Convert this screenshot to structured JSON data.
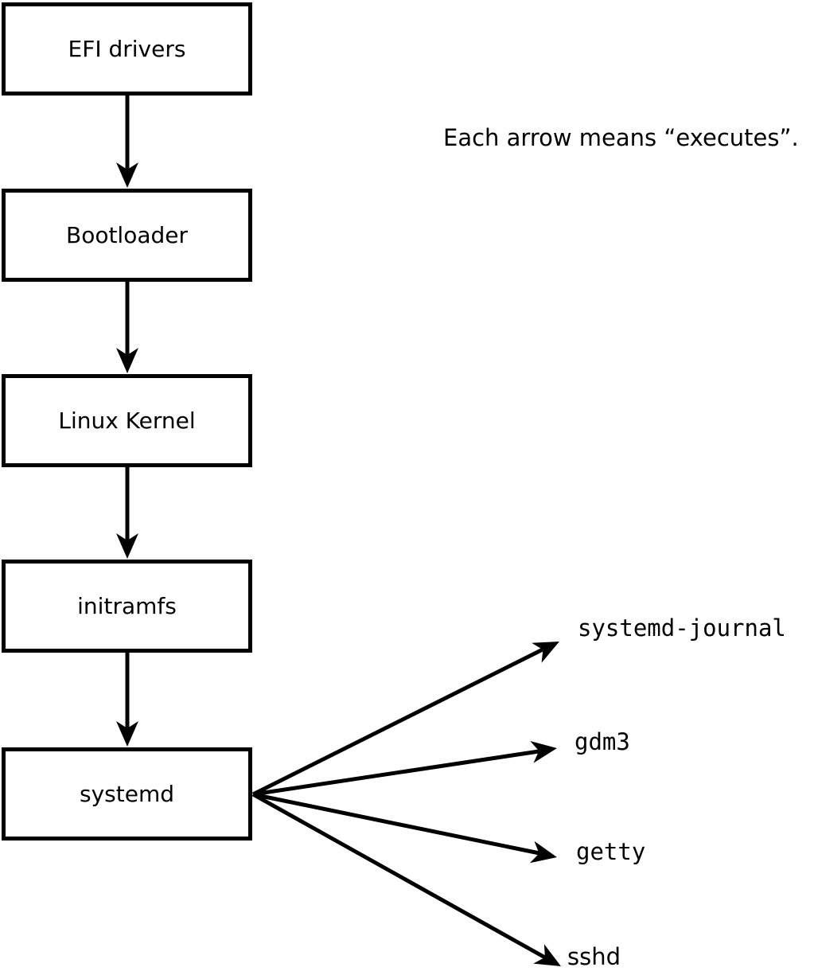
{
  "note": {
    "text": "Each arrow means “executes”."
  },
  "flow": {
    "nodes": [
      {
        "id": "efi-drivers",
        "label": "EFI drivers"
      },
      {
        "id": "bootloader",
        "label": "Bootloader"
      },
      {
        "id": "linux-kernel",
        "label": "Linux Kernel"
      },
      {
        "id": "initramfs",
        "label": "initramfs"
      },
      {
        "id": "systemd",
        "label": "systemd"
      }
    ],
    "arrow_meaning": "executes"
  },
  "fanout": {
    "source": "systemd",
    "targets": [
      {
        "id": "systemd-journal",
        "label": "systemd-journal"
      },
      {
        "id": "gdm3",
        "label": "gdm3"
      },
      {
        "id": "getty",
        "label": "getty"
      },
      {
        "id": "sshd",
        "label": "sshd"
      }
    ]
  },
  "colors": {
    "background": "#ffffff",
    "box_fill": "#ffffff",
    "line": "#000000",
    "text": "#000000"
  }
}
